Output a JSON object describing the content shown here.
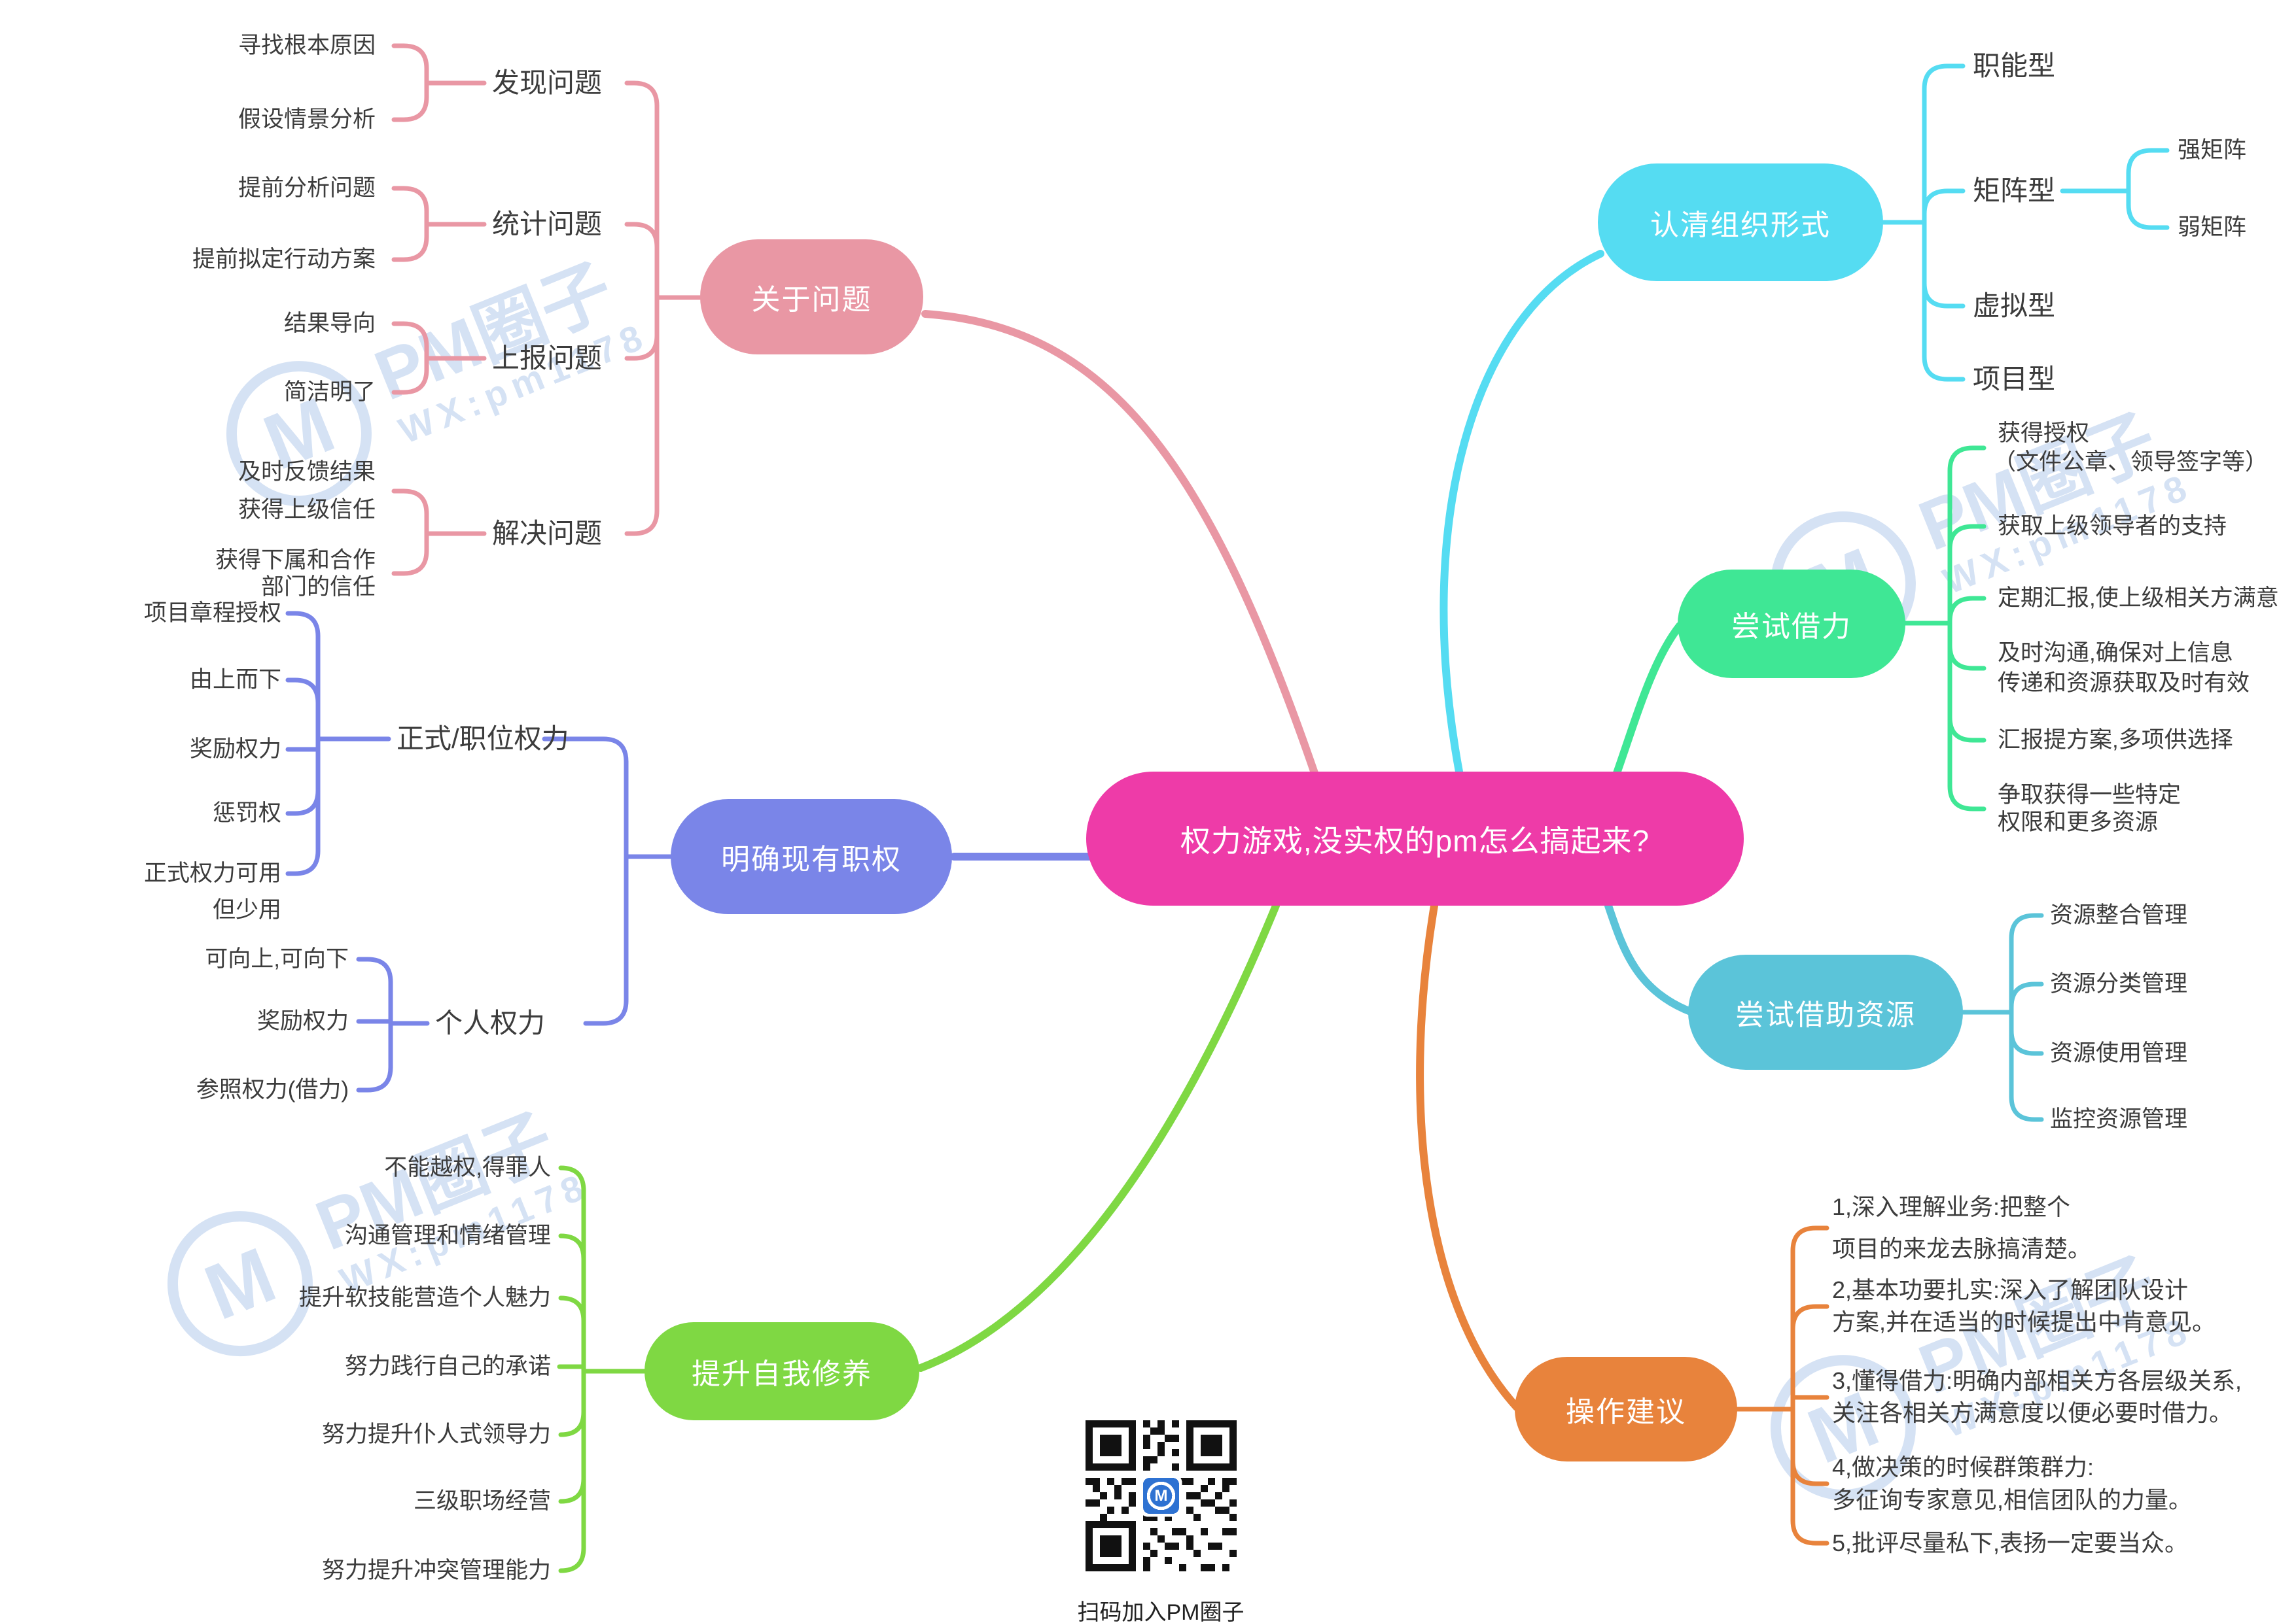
{
  "central": {
    "label": "权力游戏,没实权的pm怎么搞起来?"
  },
  "about": {
    "node": "关于问题",
    "mids": [
      "发现问题",
      "统计问题",
      "上报问题",
      "解决问题"
    ],
    "leaves": [
      [
        "寻找根本原因"
      ],
      [
        "假设情景分析"
      ],
      [
        "提前分析问题"
      ],
      [
        "提前拟定行动方案"
      ],
      [
        "结果导向"
      ],
      [
        "简洁明了"
      ],
      [
        "及时反馈结果",
        "获得上级信任"
      ],
      [
        "获得下属和合作",
        "部门的信任"
      ]
    ]
  },
  "authority": {
    "node": "明确现有职权",
    "mids": [
      "正式/职位权力",
      "个人权力"
    ],
    "formal_leaves": [
      [
        "项目章程授权"
      ],
      [
        "由上而下"
      ],
      [
        "奖励权力"
      ],
      [
        "惩罚权"
      ],
      [
        "正式权力可用",
        "但少用"
      ]
    ],
    "personal_leaves": [
      [
        "可向上,可向下"
      ],
      [
        "奖励权力"
      ],
      [
        "参照权力(借力)"
      ]
    ]
  },
  "self_improve": {
    "node": "提升自我修养",
    "leaves": [
      "不能越权,得罪人",
      "沟通管理和情绪管理",
      "提升软技能营造个人魅力",
      "努力践行自己的承诺",
      "努力提升仆人式领导力",
      "三级职场经营",
      "努力提升冲突管理能力"
    ]
  },
  "org": {
    "node": "认清组织形式",
    "leaves": [
      "职能型",
      "矩阵型",
      "虚拟型",
      "项目型"
    ],
    "matrix_leaves": [
      "强矩阵",
      "弱矩阵"
    ]
  },
  "leverage": {
    "node": "尝试借力",
    "leaves": [
      [
        "获得授权",
        "（文件公章、领导签字等）"
      ],
      [
        "获取上级领导者的支持"
      ],
      [
        "定期汇报,使上级相关方满意"
      ],
      [
        "及时沟通,确保对上信息",
        "传递和资源获取及时有效"
      ],
      [
        "汇报提方案,多项供选择"
      ],
      [
        "争取获得一些特定",
        "权限和更多资源"
      ]
    ]
  },
  "resources": {
    "node": "尝试借助资源",
    "leaves": [
      "资源整合管理",
      "资源分类管理",
      "资源使用管理",
      "监控资源管理"
    ]
  },
  "advice": {
    "node": "操作建议",
    "leaves": [
      [
        "1,深入理解业务:把整个",
        "项目的来龙去脉搞清楚。"
      ],
      [
        "2,基本功要扎实:深入了解团队设计",
        "方案,并在适当的时候提出中肯意见。"
      ],
      [
        "3,懂得借力:明确内部相关方各层级关系,",
        "关注各相关方满意度以便必要时借力。"
      ],
      [
        "4,做决策的时候群策群力:",
        "多征询专家意见,相信团队的力量。"
      ],
      [
        "5,批评尽量私下,表扬一定要当众。"
      ]
    ]
  },
  "watermark": {
    "brand": "PM圈子",
    "wx": "WX:pm1178",
    "logo_letter": "M"
  },
  "qr": {
    "caption": "扫码加入PM圈子",
    "logo_letter": "M"
  },
  "colors": {
    "central": "#ee3ba8",
    "about": "#e997a4",
    "authority": "#7a85e8",
    "self_improve": "#7fd843",
    "org": "#55dcf2",
    "leverage": "#3fe795",
    "resources": "#5bc4d9",
    "advice": "#e8833c",
    "leaf_text": "#3c3c3c",
    "watermark": "#bcd1ee",
    "qr_logo": "#2e72d2"
  }
}
